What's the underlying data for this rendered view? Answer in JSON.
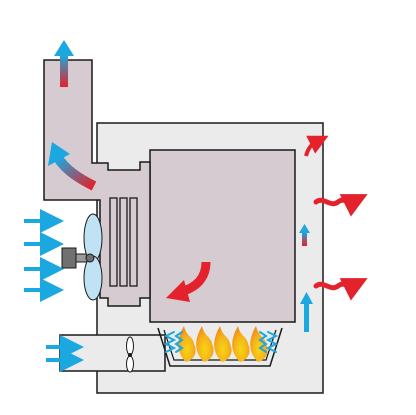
{
  "diagram": {
    "colors": {
      "background": "#ffffff",
      "outer_casing_fill": "#ecebec",
      "inner_body_fill": "#d6cbd0",
      "outline": "#1a1a1a",
      "cold_air": "#1ba8e0",
      "hot_air": "#e3222b",
      "flame_yellow": "#f7d417",
      "flame_orange": "#f28c1a",
      "fan_blade": "#bfe3f4",
      "motor_grey": "#707070"
    },
    "icons": {
      "exhaust_out": "gradient-arrow-up-icon",
      "exhaust_turn": "curved-gradient-arrow-icon",
      "cold_in": "blue-arrow-icon",
      "warm_rise": "gradient-arrow-up-icon",
      "hot_out": "wavy-red-arrow-icon",
      "swirl": "curved-red-arrow-icon",
      "fan": "fan-icon",
      "burner": "flame-icon"
    },
    "counts": {
      "left_intake_arrows": 4,
      "lower_intake_arrows": 2,
      "right_hot_air_arrows": 2,
      "flames": 5,
      "heat_exchanger_fins": 3
    }
  }
}
